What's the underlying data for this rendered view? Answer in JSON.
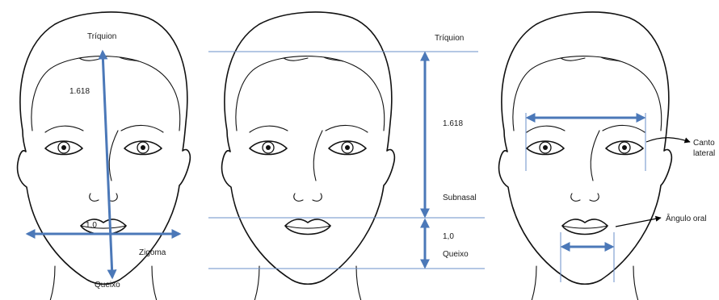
{
  "panel_left": {
    "label_top": "Tríquion",
    "label_ratio": "1.618",
    "label_unit": "1.0",
    "label_width": "Zigoma",
    "label_bottom": "Queixo"
  },
  "panel_middle": {
    "label_top": "Tríquion",
    "label_ratio": "1.618",
    "label_mid": "Subnasal",
    "label_unit": "1,0",
    "label_bottom": "Queixo"
  },
  "panel_right": {
    "label_canthus": "Canto\nlateral",
    "label_mouth": "Ângulo oral"
  },
  "colors": {
    "measure": "#4b78b8",
    "guide": "#6a8fc8",
    "ink": "#111111"
  }
}
